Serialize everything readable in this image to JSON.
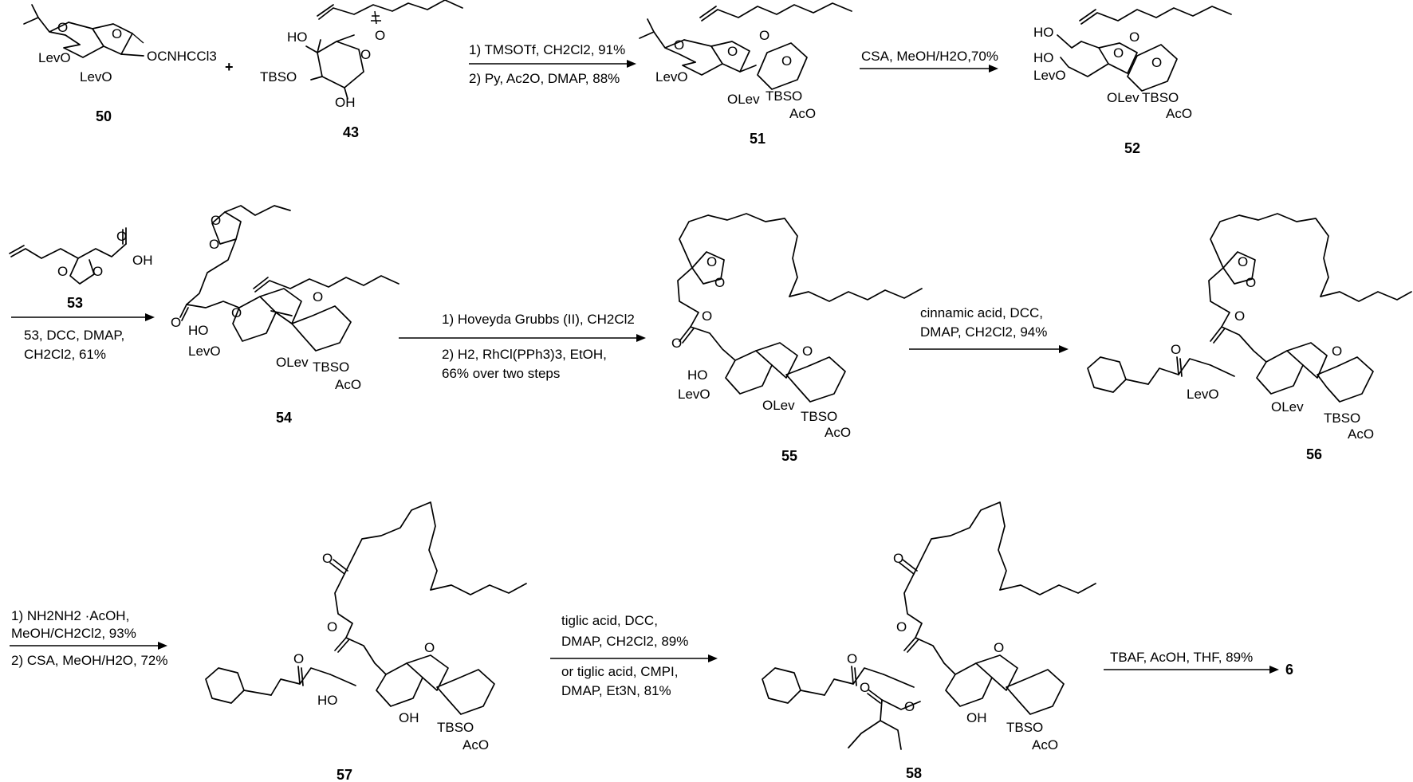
{
  "compounds": [
    {
      "id": "50",
      "labels": [
        "OCNHCCl3",
        "LevO",
        "LevO"
      ]
    },
    {
      "id": "43",
      "labels": [
        "HO",
        "TBSO",
        "OH",
        "O"
      ]
    },
    {
      "id": "51",
      "labels": [
        "LevO",
        "OLev",
        "TBSO",
        "AcO",
        "O"
      ]
    },
    {
      "id": "52",
      "labels": [
        "HO",
        "HO",
        "LevO",
        "OLev",
        "TBSO",
        "AcO",
        "O"
      ]
    },
    {
      "id": "53",
      "labels": [
        "OH",
        "O",
        "O",
        "O"
      ]
    },
    {
      "id": "54",
      "labels": [
        "HO",
        "LevO",
        "OLev",
        "TBSO",
        "AcO",
        "O",
        "O",
        "O"
      ]
    },
    {
      "id": "55",
      "labels": [
        "HO",
        "LevO",
        "OLev",
        "TBSO",
        "AcO",
        "O",
        "O",
        "O"
      ]
    },
    {
      "id": "56",
      "labels": [
        "LevO",
        "OLev",
        "TBSO",
        "AcO",
        "O",
        "O",
        "O",
        "O"
      ]
    },
    {
      "id": "57",
      "labels": [
        "HO",
        "OH",
        "TBSO",
        "AcO",
        "O",
        "O",
        "O",
        "O"
      ]
    },
    {
      "id": "58",
      "labels": [
        "OH",
        "TBSO",
        "AcO",
        "O",
        "O",
        "O",
        "O"
      ]
    },
    {
      "id": "6",
      "labels": []
    }
  ],
  "plus_sign": "+",
  "steps": [
    {
      "above": [
        "1) TMSOTf, CH2Cl2, 91%"
      ],
      "below": [
        "2) Py, Ac2O, DMAP, 88%"
      ]
    },
    {
      "above": [
        "CSA, MeOH/H2O,70%"
      ],
      "below": []
    },
    {
      "above": [],
      "below": [
        "53, DCC, DMAP,",
        "CH2Cl2, 61%"
      ]
    },
    {
      "above": [
        "1) Hoveyda Grubbs (II), CH2Cl2"
      ],
      "below": [
        "2) H2, RhCl(PPh3)3, EtOH,",
        "66% over two steps"
      ]
    },
    {
      "above": [
        "cinnamic acid, DCC,",
        "DMAP, CH2Cl2, 94%"
      ],
      "below": []
    },
    {
      "above": [
        "1) NH2NH2 ·AcOH,",
        "MeOH/CH2Cl2, 93%"
      ],
      "below": [
        "2) CSA, MeOH/H2O, 72%"
      ]
    },
    {
      "above": [
        "tiglic acid, DCC,",
        "DMAP, CH2Cl2, 89%"
      ],
      "below": [
        "or tiglic acid, CMPI,",
        "DMAP, Et3N, 81%"
      ]
    },
    {
      "above": [
        "TBAF, AcOH, THF, 89%"
      ],
      "below": []
    }
  ]
}
